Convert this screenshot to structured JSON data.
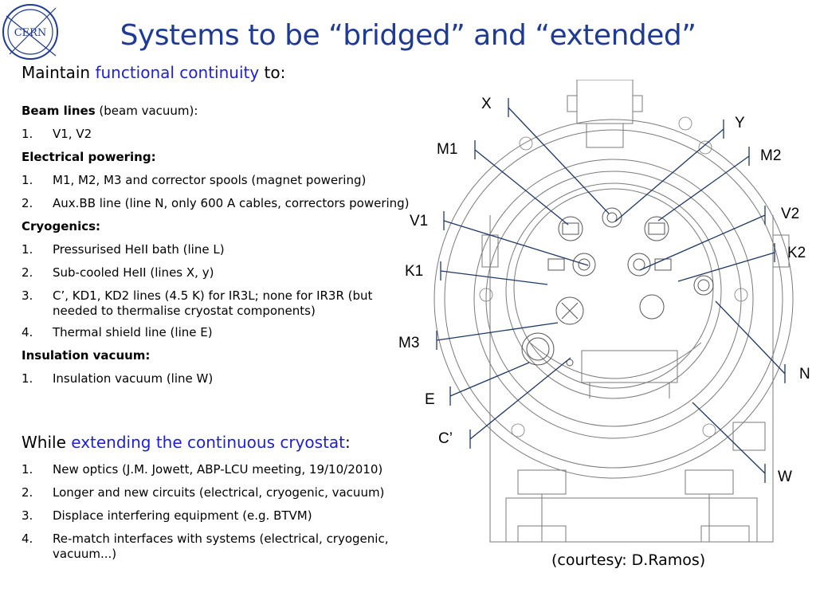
{
  "logo": {
    "text": "CERN"
  },
  "title": "Systems to be “bridged” and “extended”",
  "intro": {
    "prefix": "Maintain ",
    "highlight": "functional continuity",
    "suffix": " to:"
  },
  "sections": [
    {
      "heading": "Beam lines",
      "heading_suffix": " (beam vacuum):",
      "items": [
        {
          "num": "1.",
          "text": "V1, V2"
        }
      ]
    },
    {
      "heading": "Electrical powering:",
      "heading_suffix": "",
      "items": [
        {
          "num": "1.",
          "text": "M1, M2, M3 and corrector spools (magnet  powering)"
        },
        {
          "num": "2.",
          "text": "Aux.BB line (line N, only 600 A cables, correctors powering)"
        }
      ]
    },
    {
      "heading": "Cryogenics:",
      "heading_suffix": "",
      "items": [
        {
          "num": "1.",
          "text": "Pressurised HeII bath (line L)"
        },
        {
          "num": "2.",
          "text": "Sub-cooled HeII (lines X, y)"
        },
        {
          "num": "3.",
          "text": "C’, KD1, KD2 lines (4.5 K) for IR3L; none for IR3R (but needed to thermalise cryostat components)"
        },
        {
          "num": "4.",
          "text": "Thermal shield line (line E)"
        }
      ]
    },
    {
      "heading": "Insulation vacuum:",
      "heading_suffix": "",
      "items": [
        {
          "num": "1.",
          "text": "Insulation vacuum (line W)"
        }
      ]
    }
  ],
  "while": {
    "prefix": "While ",
    "highlight": "extending the continuous cryostat",
    "suffix": ":"
  },
  "while_items": [
    {
      "num": "1.",
      "text": "New optics (J.M. Jowett, ABP-LCU meeting, 19/10/2010)"
    },
    {
      "num": "2.",
      "text": "Longer and new circuits (electrical, cryogenic,  vacuum)"
    },
    {
      "num": "3.",
      "text": "Displace interfering equipment (e.g. BTVM)"
    },
    {
      "num": "4.",
      "text": "Re-match interfaces with systems (electrical, cryogenic, vacuum...)"
    }
  ],
  "diagram_labels": {
    "X": "X",
    "Y": "Y",
    "M1": "M1",
    "M2": "M2",
    "V1": "V1",
    "V2": "V2",
    "K1": "K1",
    "K2": "K2",
    "M3": "M3",
    "N": "N",
    "E": "E",
    "C": "C’",
    "W": "W"
  },
  "courtesy": "(courtesy: D.Ramos)",
  "colors": {
    "title": "#1f3a93",
    "highlight": "#1f1fd6",
    "leader": "#1f3864",
    "drawing": "#7a7a7a"
  }
}
